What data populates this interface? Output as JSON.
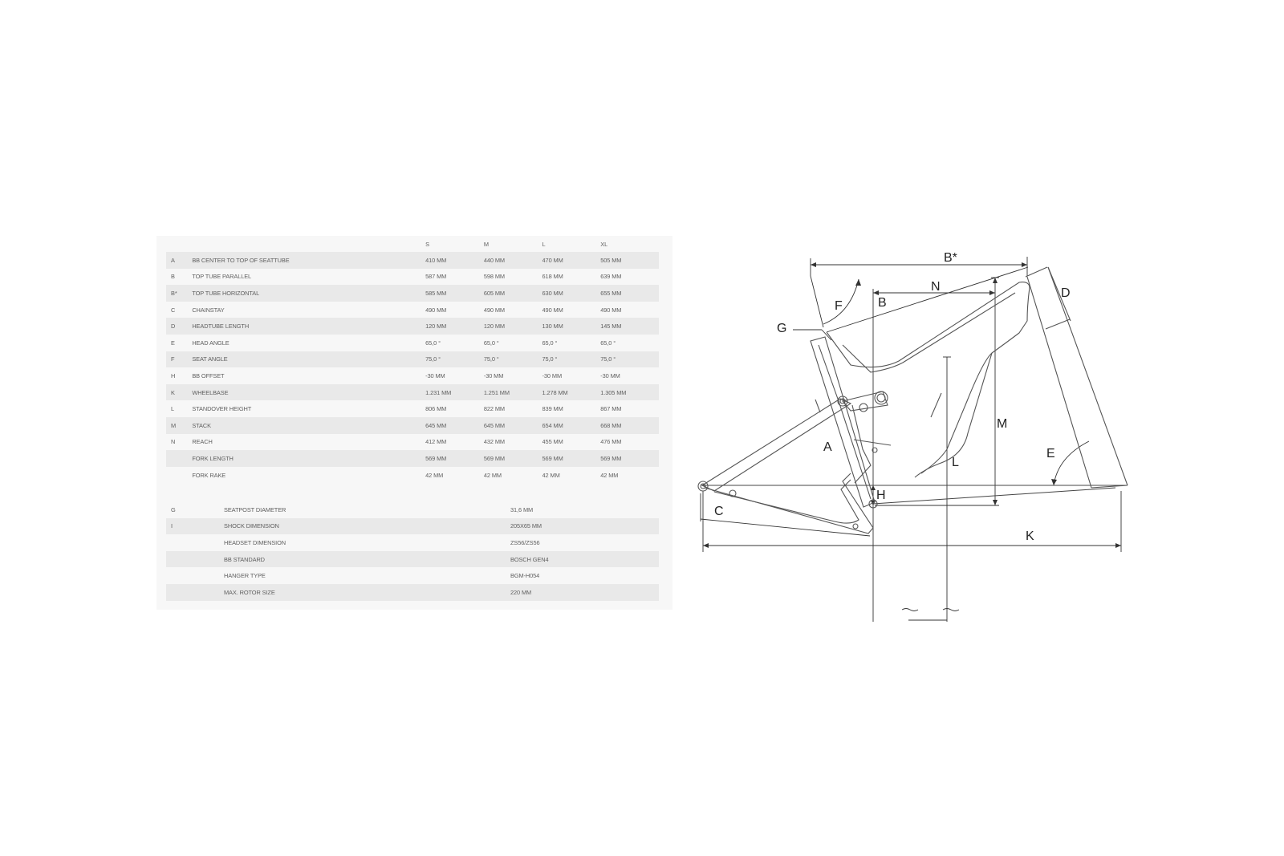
{
  "geometry": {
    "columns": [
      "S",
      "M",
      "L",
      "XL"
    ],
    "rows": [
      {
        "letter": "A",
        "name": "BB CENTER TO TOP OF SEATTUBE",
        "s": "410 MM",
        "m": "440 MM",
        "l": "470 MM",
        "xl": "505 MM"
      },
      {
        "letter": "B",
        "name": "TOP TUBE PARALLEL",
        "s": "587 MM",
        "m": "598 MM",
        "l": "618 MM",
        "xl": "639 MM"
      },
      {
        "letter": "B*",
        "name": "TOP TUBE HORIZONTAL",
        "s": "585 MM",
        "m": "605 MM",
        "l": "630 MM",
        "xl": "655 MM"
      },
      {
        "letter": "C",
        "name": "CHAINSTAY",
        "s": "490 MM",
        "m": "490 MM",
        "l": "490 MM",
        "xl": "490 MM"
      },
      {
        "letter": "D",
        "name": "HEADTUBE LENGTH",
        "s": "120 MM",
        "m": "120 MM",
        "l": "130 MM",
        "xl": "145 MM"
      },
      {
        "letter": "E",
        "name": "HEAD ANGLE",
        "s": "65,0 °",
        "m": "65,0 °",
        "l": "65,0 °",
        "xl": "65,0 °"
      },
      {
        "letter": "F",
        "name": "SEAT ANGLE",
        "s": "75,0 °",
        "m": "75,0 °",
        "l": "75,0 °",
        "xl": "75,0 °"
      },
      {
        "letter": "H",
        "name": "BB OFFSET",
        "s": "-30 MM",
        "m": "-30 MM",
        "l": "-30 MM",
        "xl": "-30 MM"
      },
      {
        "letter": "K",
        "name": "WHEELBASE",
        "s": "1.231 MM",
        "m": "1.251 MM",
        "l": "1.278 MM",
        "xl": "1.305 MM"
      },
      {
        "letter": "L",
        "name": "STANDOVER HEIGHT",
        "s": "806 MM",
        "m": "822 MM",
        "l": "839 MM",
        "xl": "867 MM"
      },
      {
        "letter": "M",
        "name": "STACK",
        "s": "645 MM",
        "m": "645 MM",
        "l": "654 MM",
        "xl": "668 MM"
      },
      {
        "letter": "N",
        "name": "REACH",
        "s": "412 MM",
        "m": "432 MM",
        "l": "455 MM",
        "xl": "476 MM"
      },
      {
        "letter": "",
        "name": "FORK LENGTH",
        "s": "569 MM",
        "m": "569 MM",
        "l": "569 MM",
        "xl": "569 MM"
      },
      {
        "letter": "",
        "name": "FORK RAKE",
        "s": "42 MM",
        "m": "42 MM",
        "l": "42 MM",
        "xl": "42 MM"
      }
    ]
  },
  "specs": [
    {
      "letter": "G",
      "name": "SEATPOST DIAMETER",
      "value": "31,6 MM"
    },
    {
      "letter": "I",
      "name": "SHOCK DIMENSION",
      "value": "205X65 MM"
    },
    {
      "letter": "",
      "name": "HEADSET DIMENSION",
      "value": "ZS56/ZS56"
    },
    {
      "letter": "",
      "name": "BB STANDARD",
      "value": "BOSCH GEN4"
    },
    {
      "letter": "",
      "name": "HANGER TYPE",
      "value": "BGM-H054"
    },
    {
      "letter": "",
      "name": "MAX. ROTOR SIZE",
      "value": "220 MM"
    }
  ],
  "diagram": {
    "labels": {
      "b_star": "B*",
      "n": "N",
      "b": "B",
      "f": "F",
      "d": "D",
      "g": "G",
      "m": "M",
      "a": "A",
      "l": "L",
      "e": "E",
      "h": "H",
      "c": "C",
      "k": "K"
    }
  }
}
